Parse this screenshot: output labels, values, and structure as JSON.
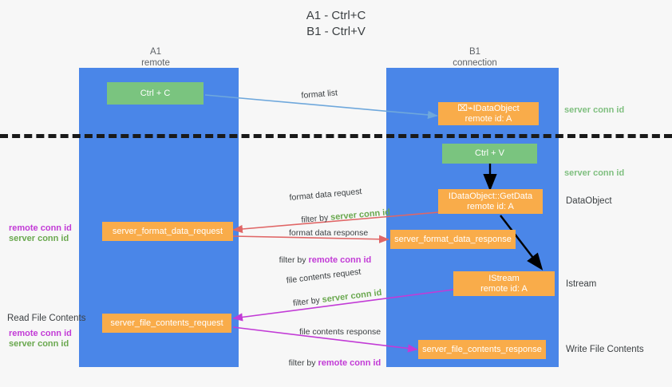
{
  "title": "A1 - Ctrl+C\nB1 - Ctrl+V",
  "columns": {
    "left": {
      "name": "A1",
      "role": "remote",
      "header": "A1\nremote"
    },
    "right": {
      "name": "B1",
      "role": "connection",
      "header": "B1\nconnection"
    }
  },
  "colors": {
    "lane": "#4a86e8",
    "box_orange": "#f9ac4a",
    "box_green": "#7ac47f",
    "remote_conn_id": "#c23bd6",
    "server_conn_id": "#6aa84f",
    "server_conn_id_light": "#7fbf7f",
    "arrow_blue": "#6fa8dc",
    "arrow_red": "#e06666",
    "arrow_magenta": "#c23bd6",
    "arrow_black": "#000000",
    "background": "#f7f7f7"
  },
  "nodes": {
    "ctrl_c": {
      "label": "Ctrl + C",
      "color": "green"
    },
    "ctrl_v": {
      "label": "Ctrl + V",
      "color": "green"
    },
    "idataobject_clip": {
      "line1": "⌧⌁IDataObject",
      "line2": "remote id: A",
      "color": "orange"
    },
    "idataobject_getdata": {
      "line1": "IDataObject::GetData",
      "line2": "remote id: A",
      "color": "orange"
    },
    "istream": {
      "line1": "IStream",
      "line2": "remote id: A",
      "color": "orange"
    },
    "server_format_data_request": {
      "label": "server_format_data_request",
      "color": "orange"
    },
    "server_format_data_response": {
      "label": "server_format_data_response",
      "color": "orange"
    },
    "server_file_contents_request": {
      "label": "server_file_contents_request",
      "color": "orange"
    },
    "server_file_contents_response": {
      "label": "server_file_contents_response",
      "color": "orange"
    }
  },
  "right_labels": {
    "server_conn_id_top": "server conn id",
    "server_conn_id_mid": "server conn id",
    "dataobject": "DataObject",
    "istream": "Istream",
    "write_file_contents": "Write File Contents"
  },
  "left_labels": {
    "mid_remote": "remote conn id",
    "mid_server": "server conn id",
    "read_file_contents": "Read File Contents",
    "bottom_remote": "remote conn id",
    "bottom_server": "server conn id"
  },
  "edges": {
    "format_list": "format list",
    "format_data_request": "format data request",
    "format_data_request_filter_prefix": "filter by ",
    "format_data_request_filter_value": "server conn id",
    "format_data_response": "format data response",
    "format_data_response_filter_prefix": "filter by ",
    "format_data_response_filter_value": "remote conn id",
    "file_contents_request": "file contents request",
    "file_contents_request_filter_prefix": "filter by ",
    "file_contents_request_filter_value": "server conn id",
    "file_contents_response": "file contents response",
    "file_contents_response_filter_prefix": "filter by ",
    "file_contents_response_filter_value": "remote conn id"
  }
}
